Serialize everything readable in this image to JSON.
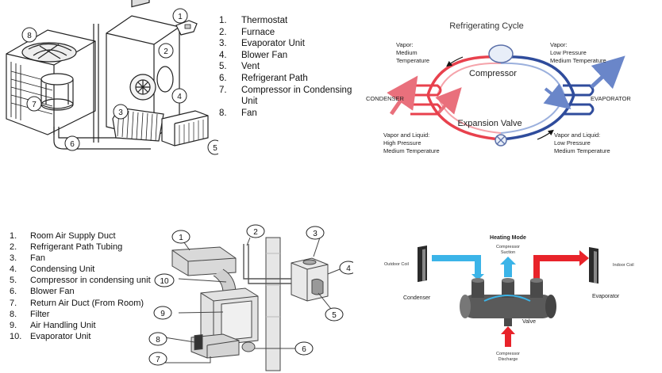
{
  "top_legend": [
    {
      "num": "1.",
      "label": "Thermostat"
    },
    {
      "num": "2.",
      "label": "Furnace"
    },
    {
      "num": "3.",
      "label": "Evaporator Unit"
    },
    {
      "num": "4.",
      "label": "Blower Fan"
    },
    {
      "num": "5.",
      "label": "Vent"
    },
    {
      "num": "6.",
      "label": "Refrigerant Path"
    },
    {
      "num": "7.",
      "label": "Compressor in Condensing Unit"
    },
    {
      "num": "8.",
      "label": "Fan"
    }
  ],
  "bottom_legend": [
    {
      "num": "1.",
      "label": "Room Air Supply Duct"
    },
    {
      "num": "2.",
      "label": "Refrigerant Path Tubing"
    },
    {
      "num": "3.",
      "label": "Fan"
    },
    {
      "num": "4.",
      "label": "Condensing Unit"
    },
    {
      "num": "5.",
      "label": "Compressor in condensing unit"
    },
    {
      "num": "6.",
      "label": "Blower Fan"
    },
    {
      "num": "7.",
      "label": "Return Air Duct (From Room)"
    },
    {
      "num": "8.",
      "label": "Filter"
    },
    {
      "num": "9.",
      "label": "Air Handling Unit"
    },
    {
      "num": "10.",
      "label": "Evaporator Unit"
    }
  ],
  "top_left_callouts": [
    "1",
    "2",
    "3",
    "4",
    "5",
    "6",
    "7",
    "8"
  ],
  "bottom_left_callouts": [
    "1",
    "2",
    "3",
    "4",
    "5",
    "6",
    "7",
    "8",
    "9",
    "10"
  ],
  "refrigerating_cycle": {
    "title": "Refrigerating Cycle",
    "compressor": "Compressor",
    "expansion_valve": "Expansion Valve",
    "condenser": "CONDENSER",
    "evaporator": "EVAPORATOR",
    "vapor_medium": [
      "Vapor:",
      "Medium",
      "Temperature"
    ],
    "vapor_low": [
      "Vapor:",
      "Low Pressure",
      "Medium Temperature"
    ],
    "liquid_high": [
      "Vapor and Liquid:",
      "High Pressure",
      "Medium Temperature"
    ],
    "liquid_low": [
      "Vapor and Liquid:",
      "Low Pressure",
      "Medium Temperature"
    ],
    "colors": {
      "hot": "#e8414d",
      "cold": "#2f4c9c",
      "hot_arrow": "#e9707c",
      "cold_arrow": "#6a86c9"
    }
  },
  "heating_mode": {
    "title": "Heating Mode",
    "suction": [
      "Compressor",
      "Suction"
    ],
    "discharge": [
      "Compressor",
      "Discharge"
    ],
    "outdoor_coil": "Outdoor Coil",
    "indoor_coil": "Indoor Coil",
    "condenser": "Condenser",
    "evaporator": "Evaporator",
    "valve": "Valve",
    "colors": {
      "hot": "#e8232a",
      "cold": "#3bb4e8",
      "body": "#5a5a5a"
    }
  }
}
